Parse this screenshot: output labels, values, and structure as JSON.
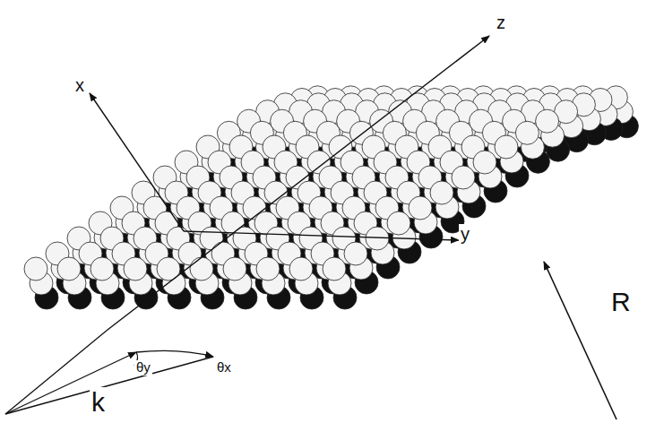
{
  "diagram": {
    "labels": [
      "x",
      "z",
      "y",
      "θy",
      "θx",
      "k",
      "R"
    ]
  }
}
